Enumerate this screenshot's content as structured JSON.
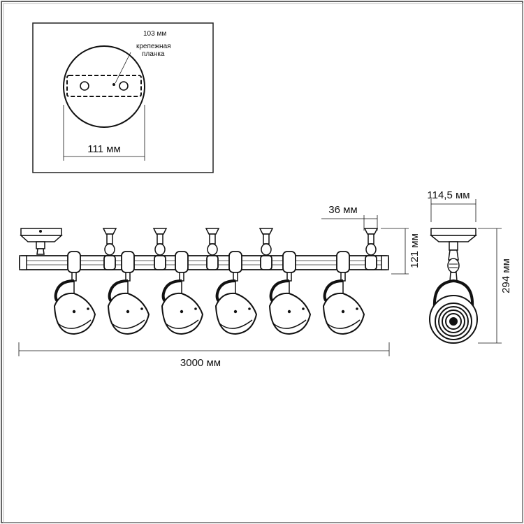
{
  "inset": {
    "strip_label": "103 мм",
    "mount_label_line1": "крепежная",
    "mount_label_line2": "планка",
    "width_label": "111 мм"
  },
  "main": {
    "spacing_label": "36 мм",
    "height_label": "121 мм",
    "length_label": "3000 мм",
    "spot_count": 6
  },
  "side": {
    "width_label": "114,5 мм",
    "height_label": "294 мм"
  }
}
